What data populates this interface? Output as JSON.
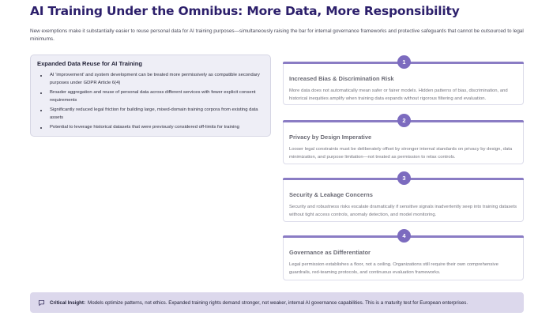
{
  "page": {
    "title": "AI Training Under the Omnibus: More Data, More Responsibility",
    "subtitle": "New exemptions make it substantially easier to reuse personal data for AI training purposes—simultaneously raising the bar for internal governance frameworks and protective safeguards that cannot be outsourced to legal minimums."
  },
  "reuse": {
    "title": "Expanded Data Reuse for AI Training",
    "bullets": [
      "AI 'improvement' and system development can be treated more permissively as compatible secondary purposes under GDPR Article 6(4)",
      "Broader aggregation and reuse of personal data across different services with fewer explicit consent requirements",
      "Significantly reduced legal friction for building large, mixed-domain training corpora from existing data assets",
      "Potential to leverage historical datasets that were previously considered off-limits for training"
    ]
  },
  "cards": [
    {
      "number": "1",
      "title": "Increased Bias & Discrimination Risk",
      "body": "More data does not automatically mean safer or fairer models. Hidden patterns of bias, discrimination, and historical inequities amplify when training data expands without rigorous filtering and evaluation."
    },
    {
      "number": "2",
      "title": "Privacy by Design Imperative",
      "body": "Looser legal constraints must be deliberately offset by stronger internal standards on privacy by design, data minimization, and purpose limitation—not treated as permission to relax controls."
    },
    {
      "number": "3",
      "title": "Security & Leakage Concerns",
      "body": "Security and robustness risks escalate dramatically if sensitive signals inadvertently seep into training datasets without tight access controls, anomaly detection, and model monitoring."
    },
    {
      "number": "4",
      "title": "Governance as Differentiator",
      "body": "Legal permission establishes a floor, not a ceiling. Organizations still require their own comprehensive guardrails, red-teaming protocols, and continuous evaluation frameworks."
    }
  ],
  "insight": {
    "icon": "chat-bubble-icon",
    "label": "Critical Insight:",
    "text": "Models optimize patterns, not ethics. Expanded training rights demand stronger, not weaker, internal AI governance capabilities. This is a maturity test for European enterprises."
  },
  "colors": {
    "title": "#2c1f6b",
    "accent": "#7c6bbf",
    "panel": "#eeeef6",
    "insight_bg": "#dcd8ec"
  }
}
